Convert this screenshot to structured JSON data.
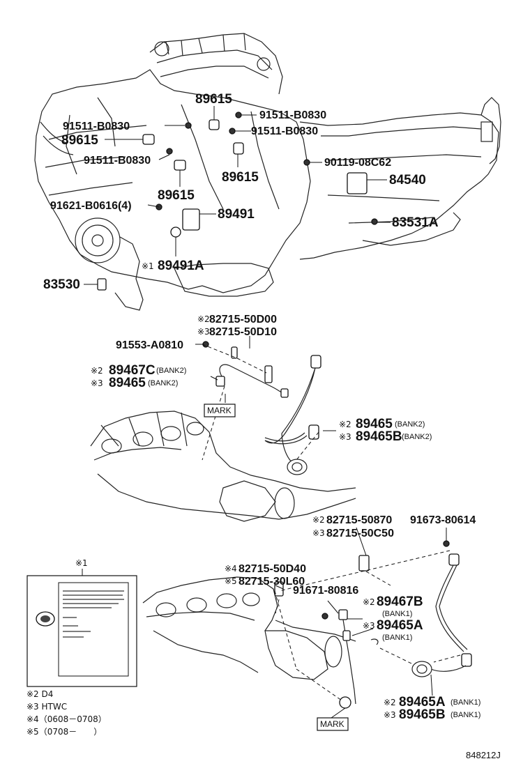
{
  "diagram_code": "848212J",
  "labels": {
    "l01": "89615",
    "l02": "91511-B0830",
    "l03": "91511-B0830",
    "l04": "89615",
    "l05": "91511-B0830",
    "l06": "91511-B0830",
    "l07": "89615",
    "l08": "89615",
    "l09": "90119-08C62",
    "l10": "84540",
    "l11": "91621-B0616(4)",
    "l12": "89491",
    "l13": "83531A",
    "l14_mark": "※1",
    "l14": "89491A",
    "l15": "83530",
    "l16_mark": "※2",
    "l16": "82715-50D00",
    "l17_mark": "※3",
    "l17": "82715-50D10",
    "l18": "91553-A0810",
    "l19_mark": "※2",
    "l19": "89467C",
    "l19_sfx": "(BANK2)",
    "l20_mark": "※3",
    "l20": "89465",
    "l20_sfx": "(BANK2)",
    "l21_mark": "※2",
    "l21": "89465",
    "l21_sfx": "(BANK2)",
    "l22_mark": "※3",
    "l22": "89465B",
    "l22_sfx": "(BANK2)",
    "l23_mark": "※2",
    "l23": "82715-50870",
    "l24": "91673-80614",
    "l25_mark": "※3",
    "l25": "82715-50C50",
    "l26_mark": "※4",
    "l26": "82715-50D40",
    "l27_mark": "※5",
    "l27": "82715-30L60",
    "l28": "91671-80816",
    "l29_mark": "※2",
    "l29": "89467B",
    "l29_sfx": "(BANK1)",
    "l30_mark": "※3",
    "l30": "89465A",
    "l30_sfx": "(BANK1)",
    "l31_mark": "※2",
    "l31": "89465A",
    "l31_sfx": "(BANK1)",
    "l32_mark": "※3",
    "l32": "89465B",
    "l32_sfx": "(BANK1)",
    "mark_box_1": "MARK",
    "mark_box_2": "MARK",
    "inset_mark": "※1"
  },
  "legend": [
    "※2 D4",
    "※3 HTWC",
    "※4（0608－0708）",
    "※5（0708－　　）"
  ]
}
